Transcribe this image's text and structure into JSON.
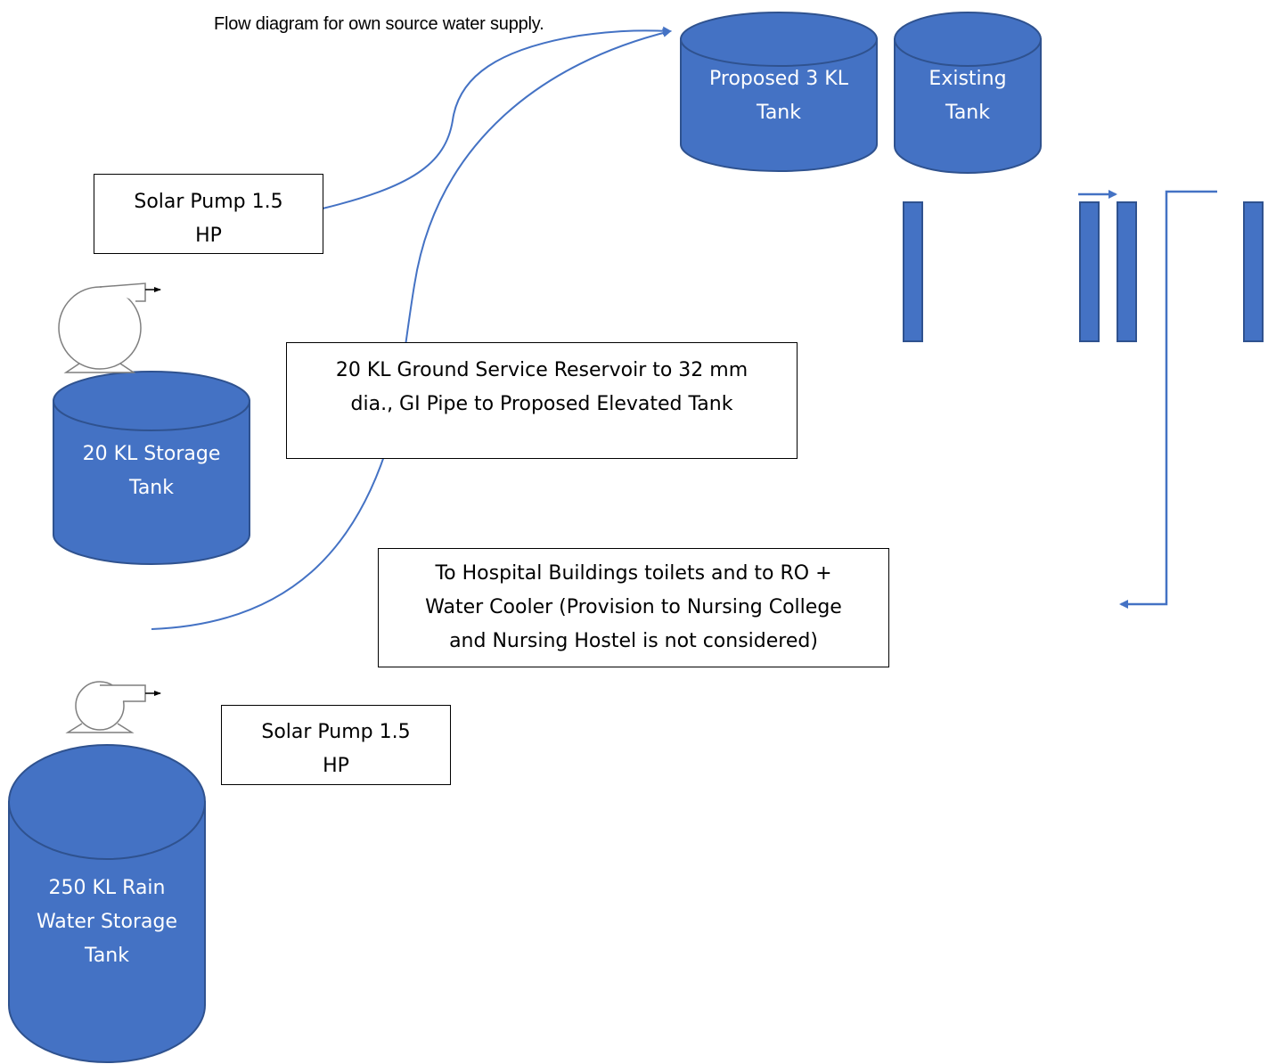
{
  "title": "Flow diagram for own source water supply.",
  "colors": {
    "tank_fill": "#4472C4",
    "tank_stroke": "#2F528F",
    "arrow": "#4472C4",
    "pump_stroke": "#7F7F7F"
  },
  "tanks": {
    "proposed": "Proposed 3 KL Tank",
    "existing": "Existing Tank",
    "storage_20kl": "20 KL Storage Tank",
    "rain_250kl": "250 KL Rain Water Storage Tank"
  },
  "boxes": {
    "solar_pump_top": "Solar Pump 1.5 HP",
    "reservoir_pipe": "20 KL Ground Service Reservoir to 32 mm dia., GI Pipe to Proposed Elevated Tank",
    "hospital_supply": "To Hospital Buildings toilets and to RO + Water Cooler (Provision to Nursing College and Nursing Hostel is not considered)",
    "solar_pump_bottom": "Solar Pump 1.5 HP"
  },
  "icons": {
    "pump_top": "pump-icon",
    "pump_bottom": "pump-icon"
  }
}
